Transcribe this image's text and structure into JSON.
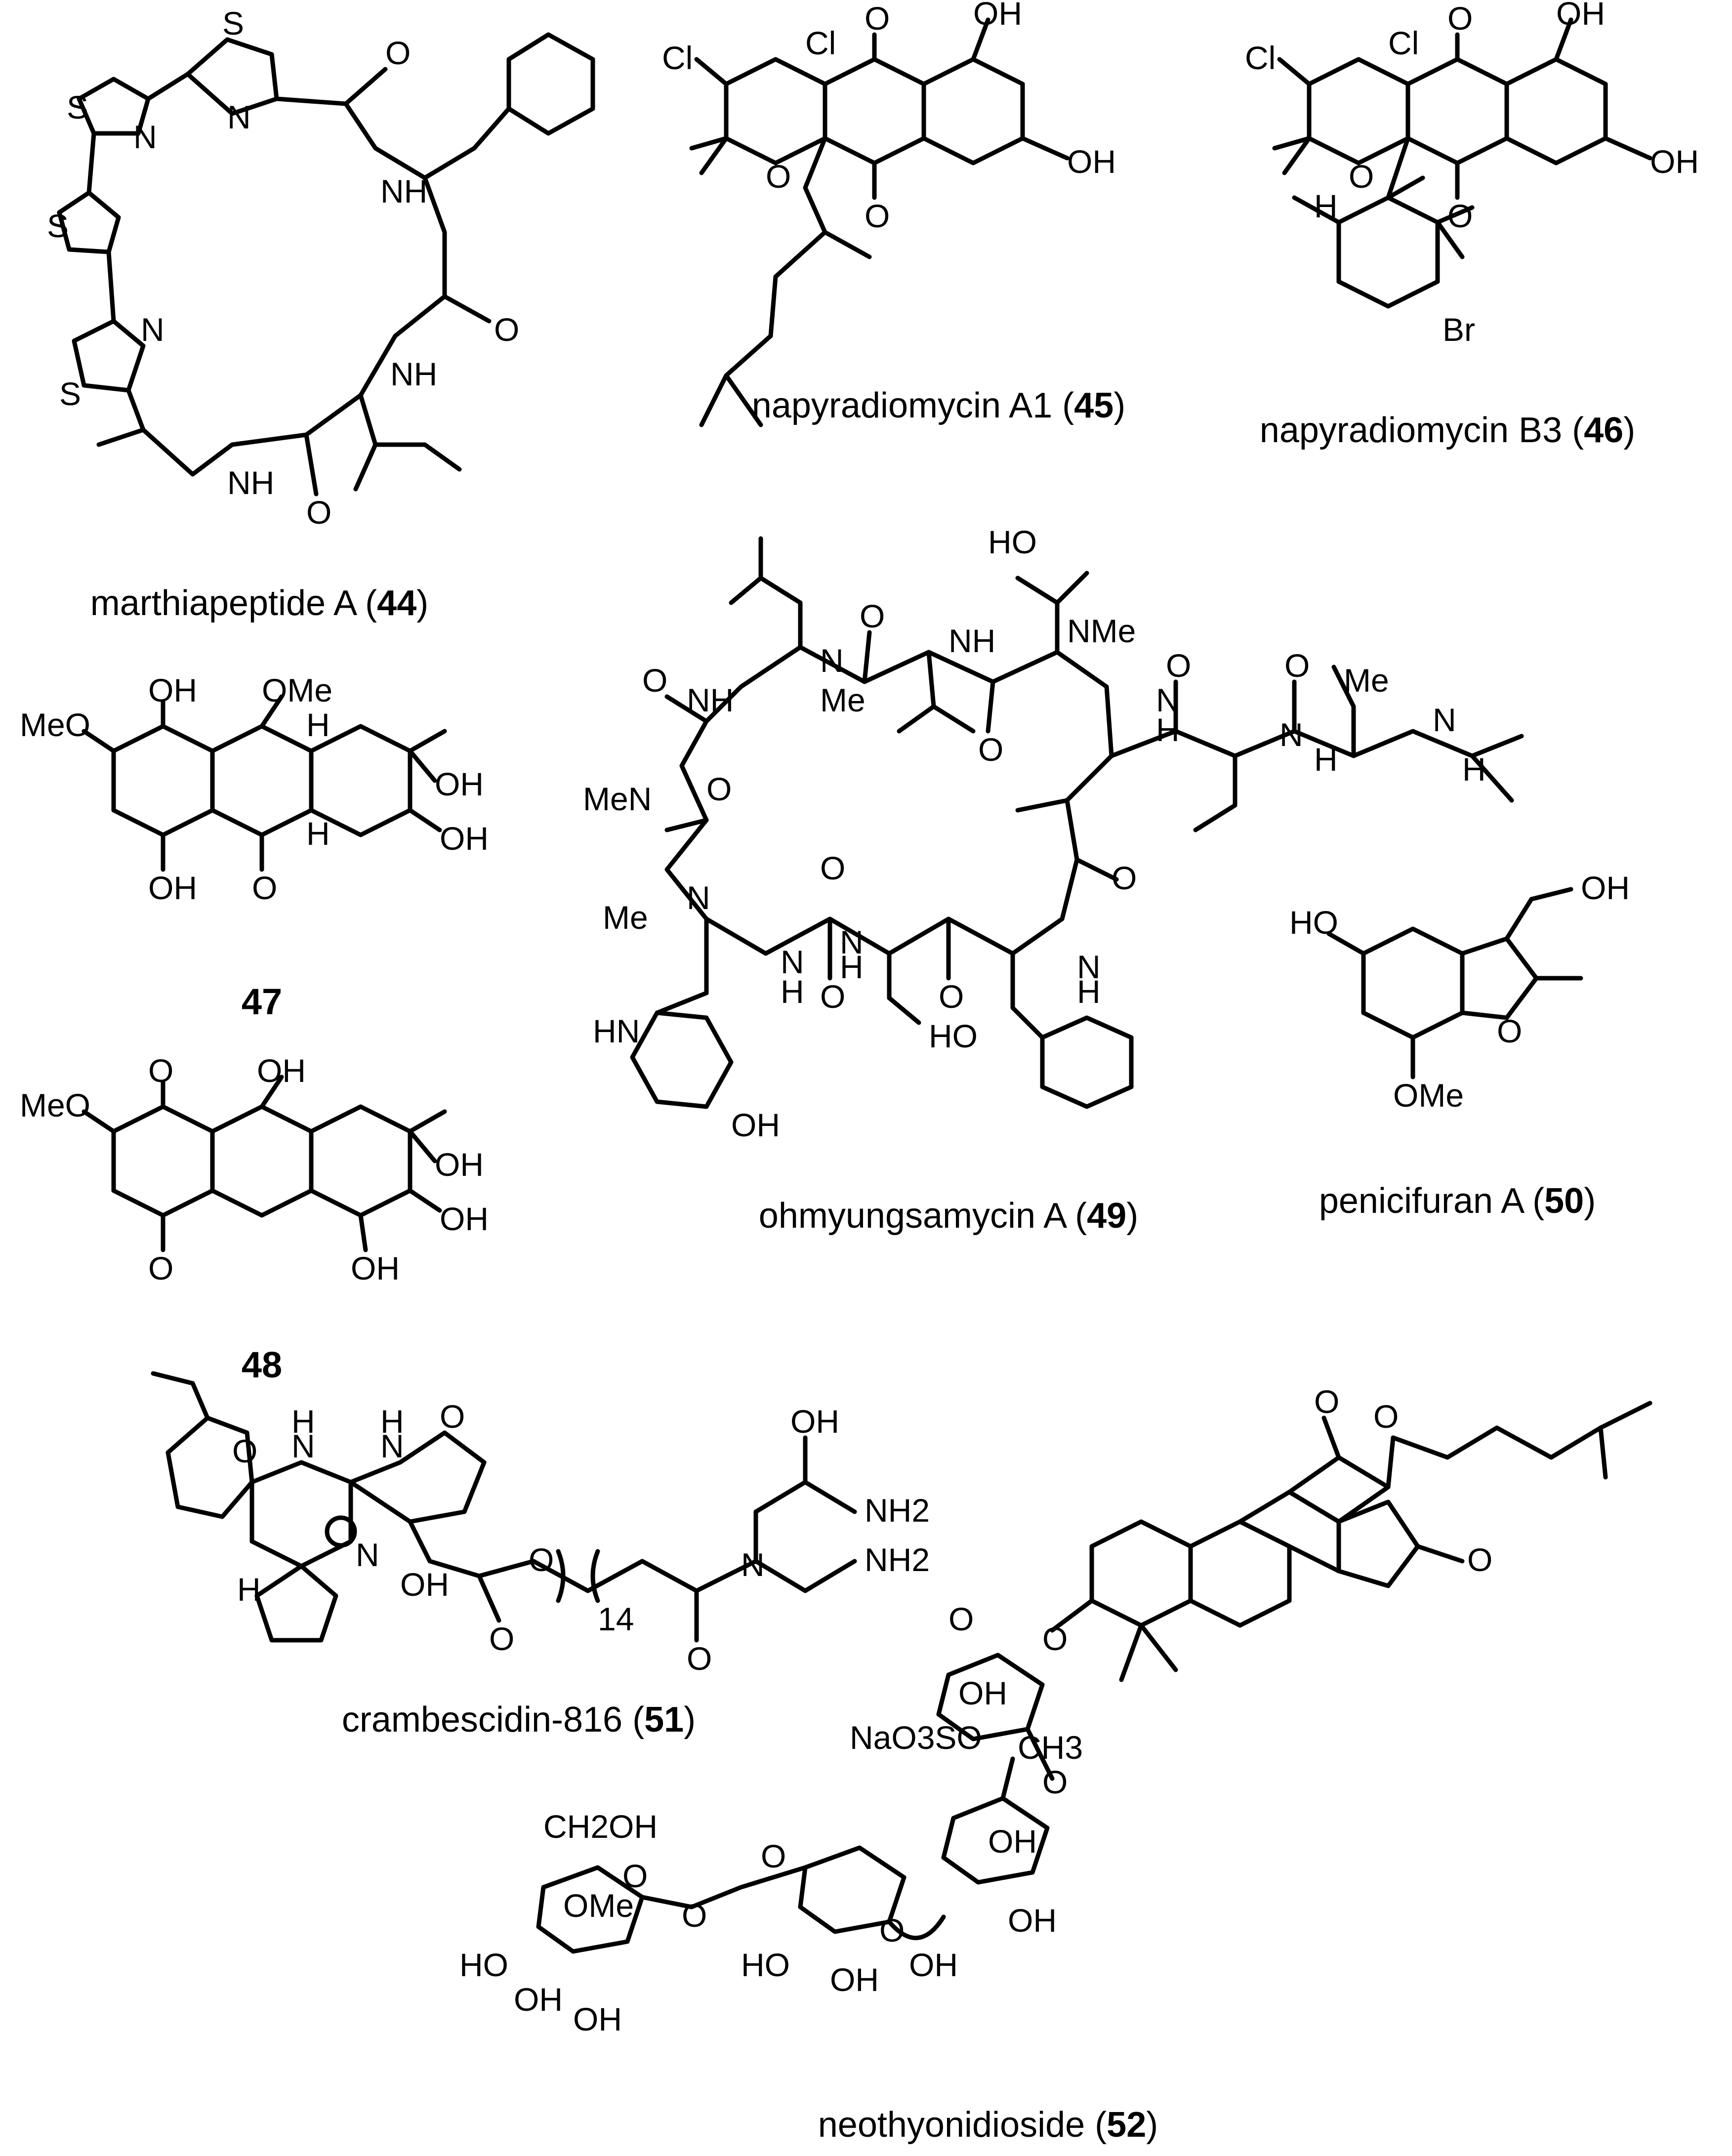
{
  "compounds": [
    {
      "name": "marthiapeptide A",
      "number": "44"
    },
    {
      "name": "napyradiomycin A1",
      "number": "45"
    },
    {
      "name": "napyradiomycin B3",
      "number": "46"
    },
    {
      "name": "",
      "number": "47"
    },
    {
      "name": "",
      "number": "48"
    },
    {
      "name": "ohmyungsamycin A",
      "number": "49"
    },
    {
      "name": "penicifuran A",
      "number": "50"
    },
    {
      "name": "crambescidin-816",
      "number": "51"
    },
    {
      "name": "neothyonidioside",
      "number": "52"
    }
  ],
  "atom_labels": {
    "c44": [
      "S",
      "S",
      "S",
      "S",
      "N",
      "N",
      "N",
      "NH",
      "NH",
      "NH",
      "O",
      "O",
      "O"
    ],
    "c45": [
      "Cl",
      "Cl",
      "O",
      "O",
      "O",
      "OH",
      "OH"
    ],
    "c46": [
      "Cl",
      "Cl",
      "O",
      "O",
      "O",
      "OH",
      "OH",
      "H",
      "Br"
    ],
    "c47": [
      "OH",
      "OMe",
      "H",
      "MeO",
      "OH",
      "OH",
      "OH",
      "O",
      "H"
    ],
    "c48": [
      "O",
      "OH",
      "MeO",
      "OH",
      "OH",
      "O",
      "OH"
    ],
    "c49": [
      "HO",
      "O",
      "NH",
      "N",
      "Me",
      "O",
      "NMe",
      "N",
      "H",
      "O",
      "H",
      "N",
      "O",
      "Me",
      "N",
      "H",
      "NH",
      "O",
      "MeN",
      "O",
      "N",
      "Me",
      "O",
      "O",
      "N",
      "H",
      "N",
      "H",
      "O",
      "N",
      "H",
      "O",
      "HO",
      "HN",
      "OH"
    ],
    "c50": [
      "HO",
      "OH",
      "O",
      "OMe"
    ],
    "c51": [
      "O",
      "N",
      "H",
      "N",
      "H",
      "O",
      "N",
      "H",
      "OH",
      "O",
      "O",
      "14",
      "O",
      "N",
      "OH",
      "NH2",
      "NH2"
    ],
    "c52": [
      "O",
      "O",
      "O",
      "O",
      "OH",
      "NaO3SO",
      "CH3",
      "O",
      "OH",
      "O",
      "OH",
      "OH",
      "CH2OH",
      "O",
      "O",
      "O",
      "OMe",
      "HO",
      "OH",
      "HO",
      "OH",
      "OH",
      "O"
    ]
  },
  "charge_symbol": "⊕"
}
